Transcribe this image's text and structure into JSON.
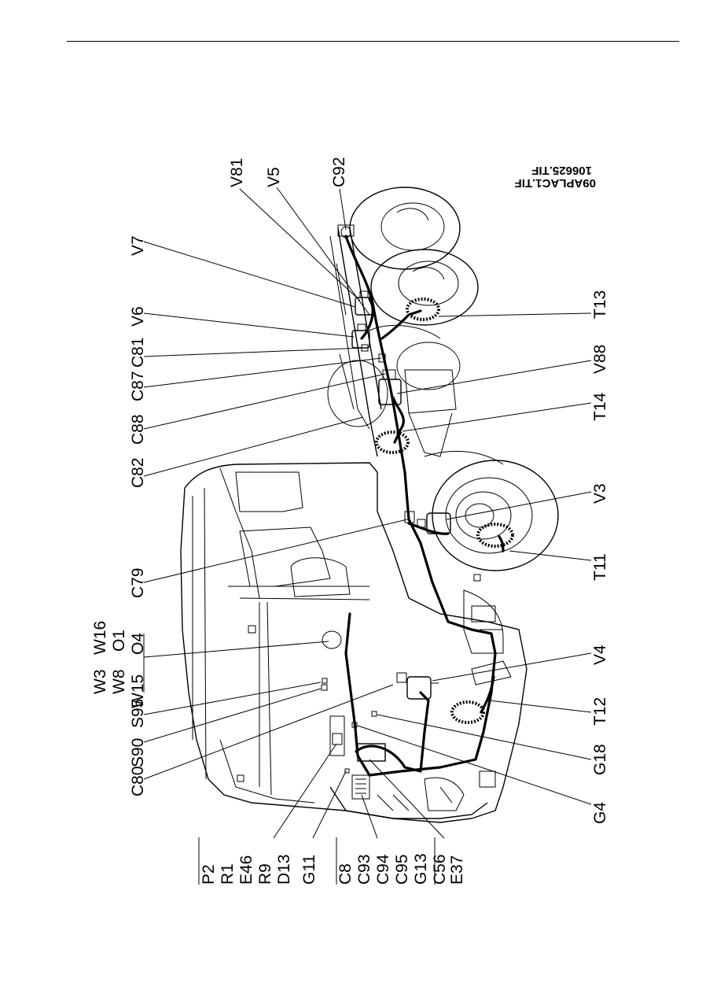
{
  "page": {
    "file_names": [
      "09APLAC1.TIF",
      "106625.TIF"
    ]
  },
  "labels": {
    "bottom_row": [
      "V81",
      "V5",
      "C92"
    ],
    "right_column": [
      "V7",
      "V6",
      "C81",
      "C87",
      "C88",
      "C82",
      "C79"
    ],
    "wheel_side": [
      "T13",
      "V88",
      "T14",
      "V3",
      "T11",
      "V4",
      "T12",
      "G18",
      "G4"
    ],
    "s_group": [
      "S95",
      "S90",
      "C80"
    ],
    "w_group_row1": [
      "W16",
      "W3"
    ],
    "w_group_row2": [
      "O1",
      "W8"
    ],
    "w_group_row3": [
      "O4",
      "W15"
    ],
    "left_group_a": [
      "P2",
      "R1",
      "E46",
      "R9",
      "D13"
    ],
    "left_g11": "G11",
    "left_group_b": [
      "C8",
      "C93",
      "C94",
      "C95",
      "G13"
    ],
    "left_group_c": [
      "C56",
      "E37"
    ]
  }
}
